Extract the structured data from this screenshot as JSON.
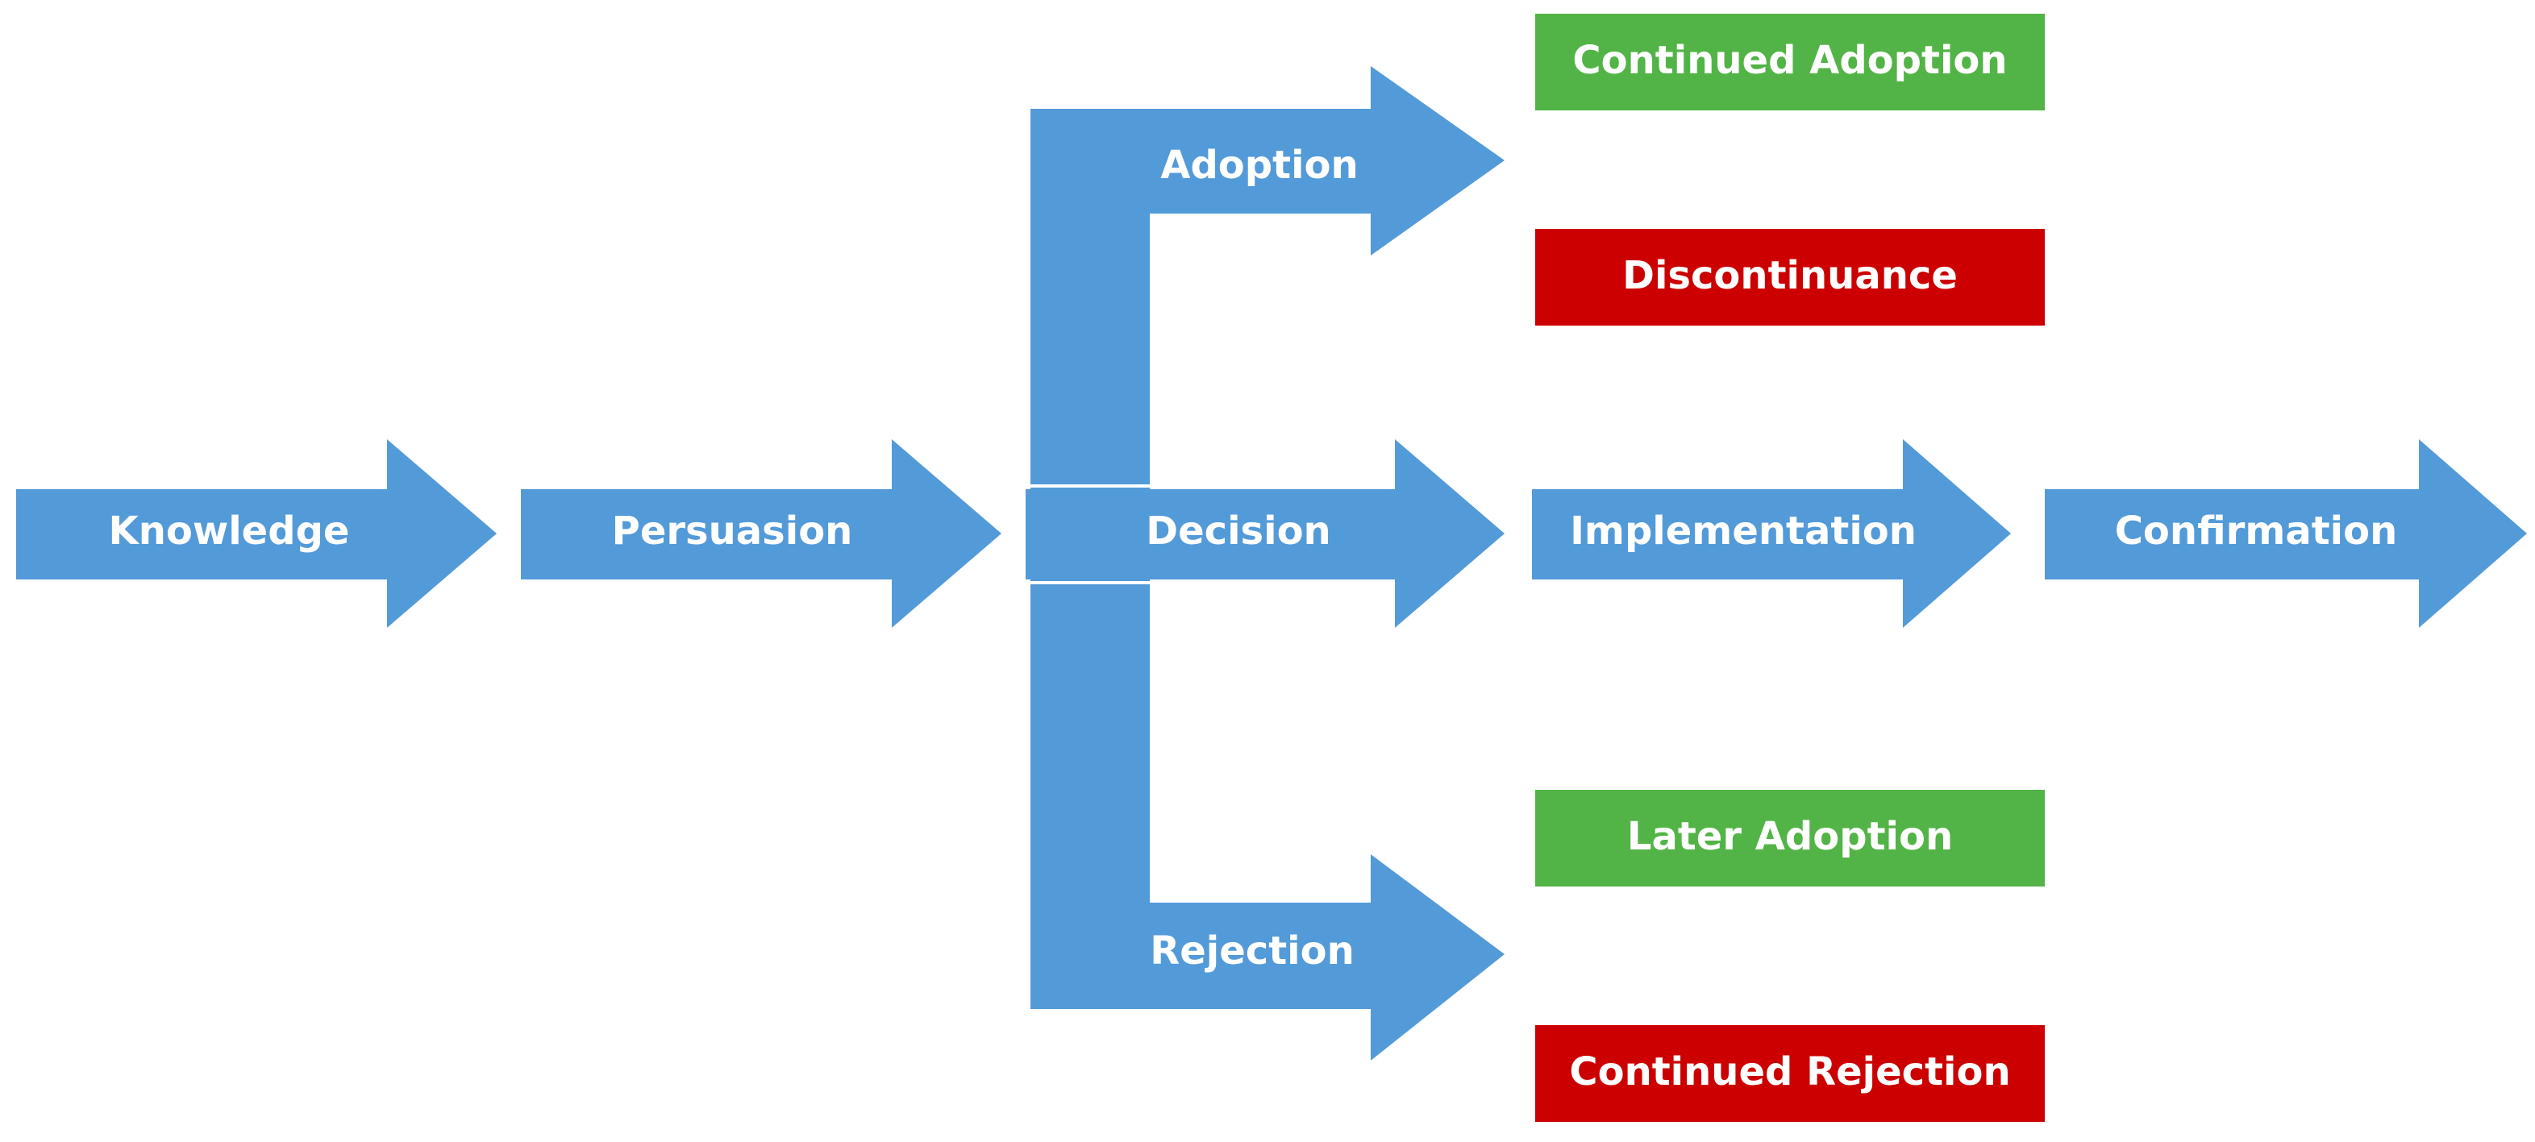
{
  "colors": {
    "arrow": "#539ad9",
    "positive": "#52b446",
    "negative": "#cc0000",
    "text": "#ffffff",
    "background": "#ffffff"
  },
  "stages": {
    "knowledge": "Knowledge",
    "persuasion": "Persuasion",
    "decision": "Decision",
    "implementation": "Implementation",
    "confirmation": "Confirmation"
  },
  "branches": {
    "adoption": "Adoption",
    "rejection": "Rejection"
  },
  "outcomes": {
    "continued_adoption": "Continued Adoption",
    "discontinuance": "Discontinuance",
    "later_adoption": "Later Adoption",
    "continued_rejection": "Continued Rejection"
  }
}
